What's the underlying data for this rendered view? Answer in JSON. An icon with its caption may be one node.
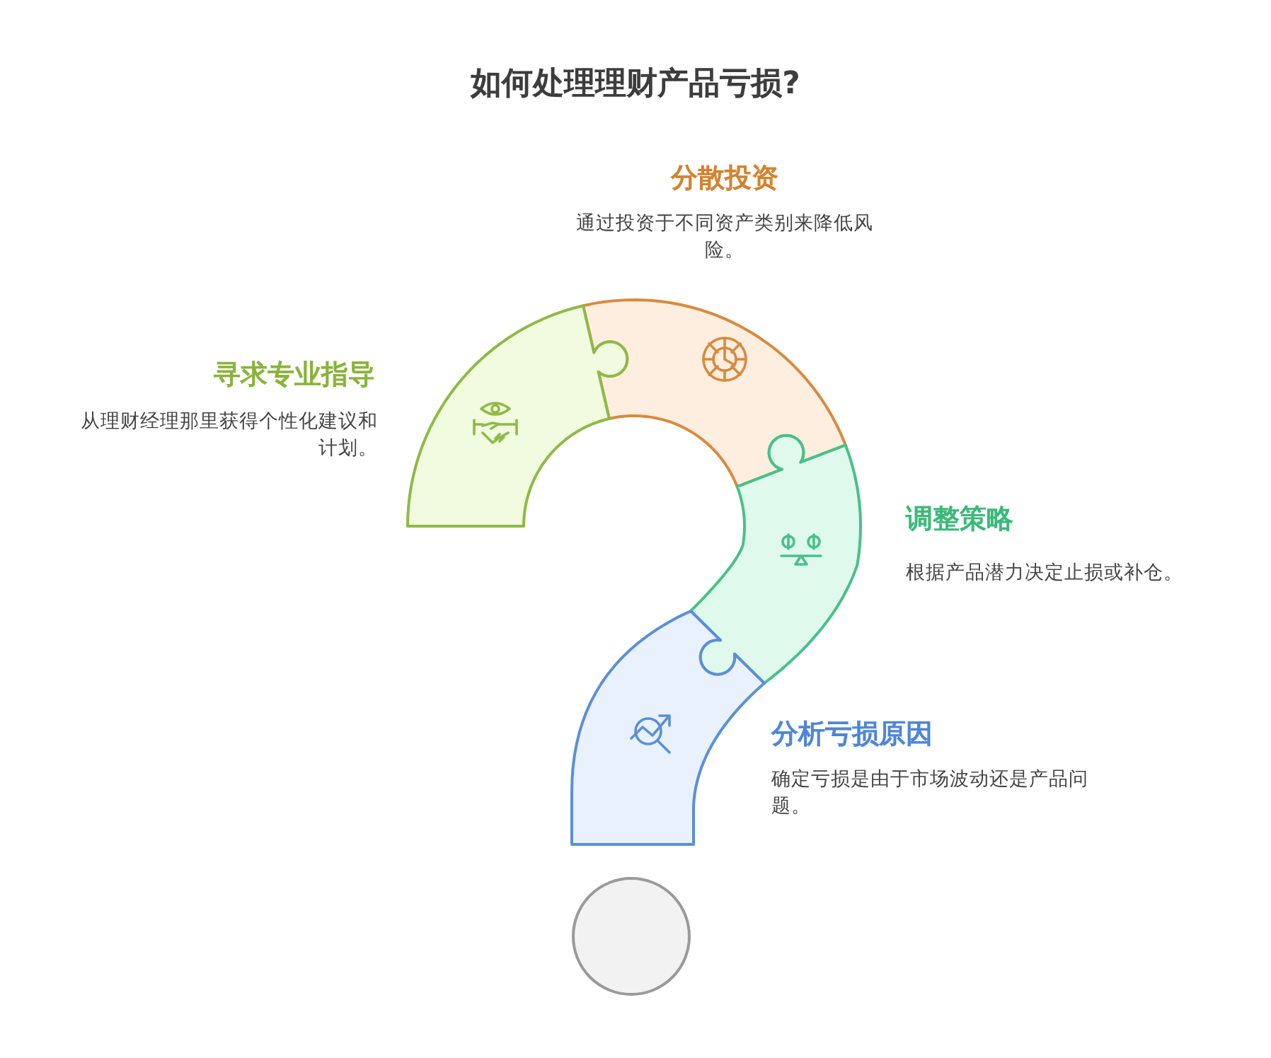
{
  "diagram": {
    "title": "如何处理理财产品亏损?",
    "nodes": [
      {
        "text": [
          "分散投资",
          "通过投资于不同资产类别来降低风险。"
        ]
      },
      {
        "text": [
          "寻求专业指导",
          "从理财经理那里获得个性化建议和计划。"
        ]
      },
      {
        "text": [
          "调整策略",
          "根据产品潜力决定止损或补仓。"
        ]
      },
      {
        "text": [
          "分析亏损原因",
          "确定亏损是由于市场波动还是产品问题。"
        ]
      },
      {
        "text": [],
        "shape": "circle"
      }
    ]
  }
}
